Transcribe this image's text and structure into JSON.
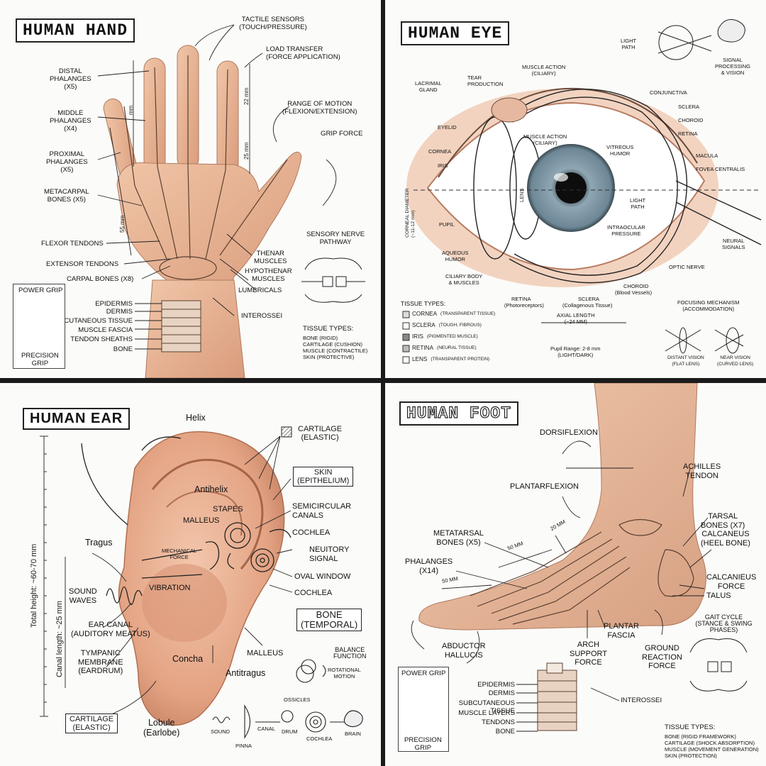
{
  "hand": {
    "title": "HUMAN HAND",
    "labels": {
      "tactile": "TACTILE SENSORS\n(TOUCH/PRESSURE)",
      "load": "LOAD TRANSFER\n(FORCE APPLICATION)",
      "distal": "DISTAL\nPHALANGES\n(x5)",
      "middle": "MIDDLE\nPHALANGES\n(x4)",
      "proximal": "PROXIMAL\nPHALANGES\n(x5)",
      "metacarpal": "METACARPAL\nBONES (x5)",
      "flexor": "FLEXOR TENDONS",
      "extensor": "EXTENSOR TENDONS",
      "carpal": "CARPAL BONES (x8)",
      "range": "RANGE OF MOTION\n(FLEXION/EXTENSION)",
      "grip_force": "GRIP FORCE",
      "sensory": "SENSORY NERVE\nPATHWAY",
      "thenar": "THENAR\nMUSCLES",
      "hypothenar": "HYPOTHENAR\nMUSCLES",
      "lumbricals": "LUMBRICALS",
      "interossei": "INTEROSSEI",
      "epidermis": "EPIDERMIS",
      "dermis": "DERMIS",
      "subq": "SUBCUTANEOUS TISSUE",
      "fascia": "MUSCLE FASCIA",
      "sheaths": "TENDON SHEATHS",
      "bone": "BONE",
      "power_grip": "POWER GRIP",
      "precision_grip": "PRECISION\nGRIP",
      "tissue_title": "TISSUE TYPES:",
      "tissue_list": "BONE (RIGID)\nCARTILAGE (CUSHION)\nMUSCLE (CONTRACTILE)\nSKIN (PROTECTIVE)",
      "dim_22": "22 mm",
      "dim_mm": "mm",
      "dim_25": "25 mm",
      "dim_55": "55 mm"
    }
  },
  "eye": {
    "title": "HUMAN EYE",
    "labels": {
      "light_path_top": "LIGHT\nPATH",
      "signal": "SIGNAL\nPROCESSING\n& VISION",
      "lacrimal": "LACRIMAL\nGLAND",
      "tear": "TEAR\nPRODUCTION",
      "muscle_top": "MUSCLE ACTION\n(CILIARY)",
      "conjunctiva": "CONJUNCTIVA",
      "sclera": "SCLERA",
      "choroid": "CHOROID",
      "retina": "RETINA",
      "eyelid": "EYELID",
      "muscle_mid": "MUSCLE ACTION\n(CILIARY)",
      "vitreous": "VITREOUS\nHUMOR",
      "macula": "MACULA",
      "fovea": "FOVEA CENTRALIS",
      "cornea": "CORNEA",
      "iris": "IRIS",
      "lens": "LENS",
      "corneal_diam": "CORNEAL DIAMETER\n(~11-12 mm)",
      "light_path": "LIGHT\nPATH",
      "pupil": "PUPIL",
      "intraocular": "INTRAOCULAR\nPRESSURE",
      "neural": "NEURAL\nSIGNALS",
      "aqueous": "AQUEOUS\nHUMOR",
      "optic": "OPTIC NERVE",
      "ciliary_body": "CILIARY BODY\n& MUSCLES",
      "choroid_bottom": "CHOROID",
      "choroid_bottom_sub": "(Blood Vessels)",
      "retina_bottom": "RETINA",
      "retina_bottom_sub": "(Photoreceptors)",
      "sclera_bottom": "SCLERA",
      "sclera_bottom_sub": "(Collagenous Tissue)",
      "tissue_title": "TISSUE TYPES:",
      "axial": "AXIAL LENGTH\n(~24 mm)",
      "pupil_range": "Pupil Range: 2-8 mm\n(LIGHT/DARK)",
      "focusing": "FOCUSING MECHANISM\n(ACCOMMODATION)",
      "distant": "DISTANT VISION\n(FLAT LENS)",
      "near": "NEAR VISION\n(CURVED LENS)"
    },
    "tissues": [
      {
        "name": "CORNEA",
        "desc": "(TRANSPARENT TISSUE)"
      },
      {
        "name": "SCLERA",
        "desc": "(TOUGH, FIBROUS)"
      },
      {
        "name": "IRIS",
        "desc": "(PIGMENTED MUSCLE)"
      },
      {
        "name": "RETINA",
        "desc": "(NEURAL TISSUE)"
      },
      {
        "name": "LENS",
        "desc": "(TRANSPARENT PROTEIN)"
      }
    ]
  },
  "ear": {
    "title": "HUMAN EAR",
    "labels": {
      "helix": "Helix",
      "cartilage_top": "CARTILAGE\n(ELASTIC)",
      "skin": "SKIN\n(EPITHELIUM)",
      "antihelix": "Antihelix",
      "stapes": "STAPES",
      "semicircular": "SEMICIRCULAR\nCANALS",
      "malleus_top": "MALLEUS",
      "cochlea_top": "COCHLEA",
      "tragus": "Tragus",
      "mechanical": "MECHANICAL\nFORCE",
      "neural": "NEUITORY\nSIGNAL",
      "oval": "OVAL WINDOW",
      "sound_waves": "SOUND\nWAVES",
      "vibration": "VIBRATION",
      "cochlea_mid": "COCHLEA",
      "bone": "BONE\n(TEMPORAL)",
      "ear_canal": "EAR CANAL\n(AUDITORY MEATUS)",
      "tympanic": "TYMPANIC\nMEMBRANE\n(EARDRUM)",
      "concha": "Concha",
      "malleus_bottom": "MALLEUS",
      "antitragus": "Antitragus",
      "balance": "BALANCE\nFUNCTION",
      "rotational": "ROTATIONAL\nMOTION",
      "total_height": "Total height: ~60-70 mm",
      "canal_length": "Canal length: ~25 mm",
      "cartilage_bottom": "CARTILAGE\n(ELASTIC)",
      "lobule": "Lobule\n(Earlobe)",
      "ossicles": "OSSICLES",
      "sound": "SOUND",
      "canal": "CANAL",
      "drum": "DRUM",
      "pinna": "PINNA",
      "cochlea_chain": "COCHLEA",
      "brain": "BRAIN"
    }
  },
  "foot": {
    "title": "HUMAN FOOT",
    "labels": {
      "dorsiflexion": "DORSIFLEXION",
      "achilles": "ACHILLES\nTENDON",
      "plantarflexion": "PLANTARFLEXION",
      "tarsal": "TARSAL\nBONES (x7)",
      "calcaneus": "CALCANEUS\n(HEEL BONE)",
      "metatarsal": "METATARSAL\nBONES (x5)",
      "dim_20": "20 mm",
      "dim_50a": "50 mm",
      "dim_50b": "50 mm",
      "phalanges": "PHALANGES\n(x14)",
      "calc_force": "CALCANIEUS\nFORCE",
      "talus": "TALUS",
      "gait": "GAIT CYCLE\n(STANCE & SWING PHASES)",
      "abductor": "ABDUCTOR\nHALLUCIS",
      "arch": "ARCH\nSUPPORT\nFORCE",
      "plantar": "PLANTAR\nFASCIA",
      "ground": "GROUND\nREACTION\nFORCE",
      "power_grip": "POWER GRIP",
      "precision_grip": "PRECISION\nGRIP",
      "epidermis": "EPIDERMIS",
      "dermis": "DERMIS",
      "subq": "SUBCUTANEOUS TISSUE",
      "muscle_layers": "MUSCLE LAYERS",
      "tendons": "TENDONS",
      "bone": "BONE",
      "interossei": "INTEROSSEI",
      "tissue_title": "TISSUE TYPES:",
      "tissue_list": "BONE (RIGID FRAMEWORK)\nCARTILAGE (SHOCK ABSORPTION)\nMUSCLE (MOVEMENT GENERATION)\nSKIN (PROTECTION)"
    }
  },
  "colors": {
    "skin": "#e9b89a",
    "skin_dark": "#c98f70",
    "iris": "#8fa6b3",
    "ink": "#1a1a1a",
    "panel": "#fbfbf9"
  }
}
